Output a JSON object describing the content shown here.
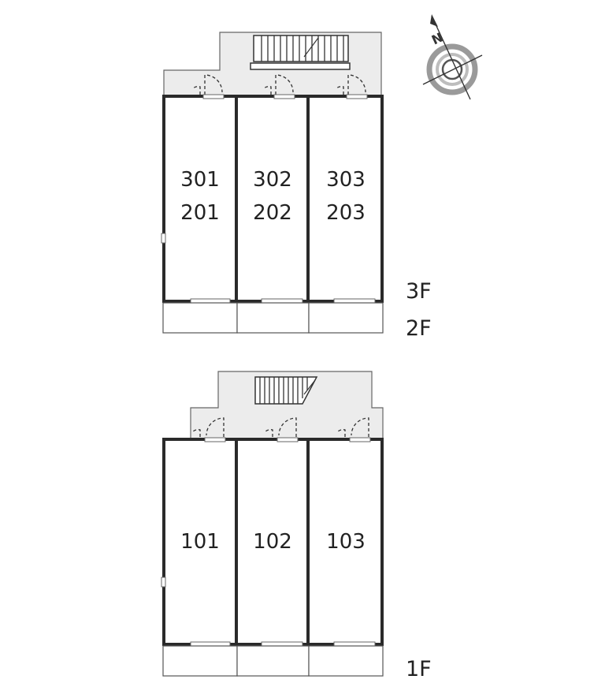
{
  "colors": {
    "wall": "#2a2a2a",
    "common_area": "#ececec",
    "outline": "#555555",
    "compass_ring": "#8a8a8a"
  },
  "upper_block": {
    "units": [
      {
        "top": "301",
        "bottom": "201"
      },
      {
        "top": "302",
        "bottom": "202"
      },
      {
        "top": "303",
        "bottom": "203"
      }
    ],
    "floor_labels": [
      "3F",
      "2F"
    ]
  },
  "lower_block": {
    "units": [
      {
        "top": "101"
      },
      {
        "top": "102"
      },
      {
        "top": "103"
      }
    ],
    "floor_labels": [
      "1F"
    ]
  },
  "compass": {
    "letter": "N",
    "icon": "north-compass-icon"
  }
}
